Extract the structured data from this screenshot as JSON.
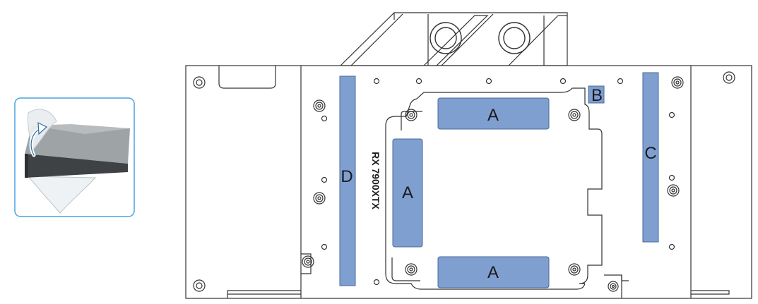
{
  "diagram": {
    "model_text": "RX 7900XTX",
    "pads": [
      {
        "id": "pad-a-top",
        "label": "A"
      },
      {
        "id": "pad-a-left",
        "label": "A"
      },
      {
        "id": "pad-a-bottom",
        "label": "A"
      },
      {
        "id": "pad-b",
        "label": "B"
      },
      {
        "id": "pad-c",
        "label": "C"
      },
      {
        "id": "pad-d",
        "label": "D"
      }
    ],
    "colors": {
      "pad_fill": "#7f9fd0",
      "pad_stroke": "#4a6a9a",
      "line": "#333333",
      "inset_border": "#4aa3df"
    },
    "inset": {
      "icon": "peel-protective-film-icon"
    }
  }
}
